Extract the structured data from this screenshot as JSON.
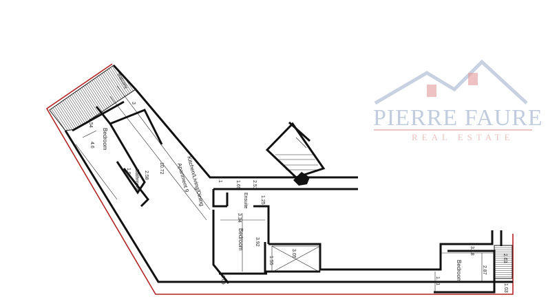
{
  "watermark": {
    "brand": "PIERRE FAURE",
    "subtitle": "REAL ESTATE"
  },
  "rooms": {
    "balcony_left": "Balcony",
    "bedroom_left": "Bedroom",
    "bathroom": "Bathroom",
    "kitchen": "Kitchen/Living/Dining",
    "apartment": "Apartment 9",
    "ensuite": "Ensuite",
    "bedroom_center": "Bedroom",
    "bedroom_right": "Bedroom"
  },
  "dimensions": {
    "balcony_depth": "3",
    "bedroom_left_w": "2.54",
    "bedroom_left_l": "4.6",
    "kitchen_l": "10.72",
    "bathroom_w": "2.58",
    "bathroom_l": "1.96",
    "corridor_w": "1.1",
    "corridor_l": "1.65",
    "ensuite_w": "2.51",
    "ensuite_l": "1.25",
    "bedroom_center_w": "3.34",
    "bedroom_center_l": "3.92",
    "shaft_w": "3.05",
    "shaft_l": "1.55",
    "front_depth": "1.09",
    "bedroom_right_w": "3.18",
    "bedroom_right_l": "2.87",
    "bedroom_right_d": "1.11",
    "balcony_right_w": "2.63",
    "balcony_right_d": "1.03"
  },
  "colors": {
    "boundary": "#b22222",
    "walls": "#111111",
    "watermark_blue": "#8fa3c4",
    "watermark_red": "#e39a9a"
  }
}
